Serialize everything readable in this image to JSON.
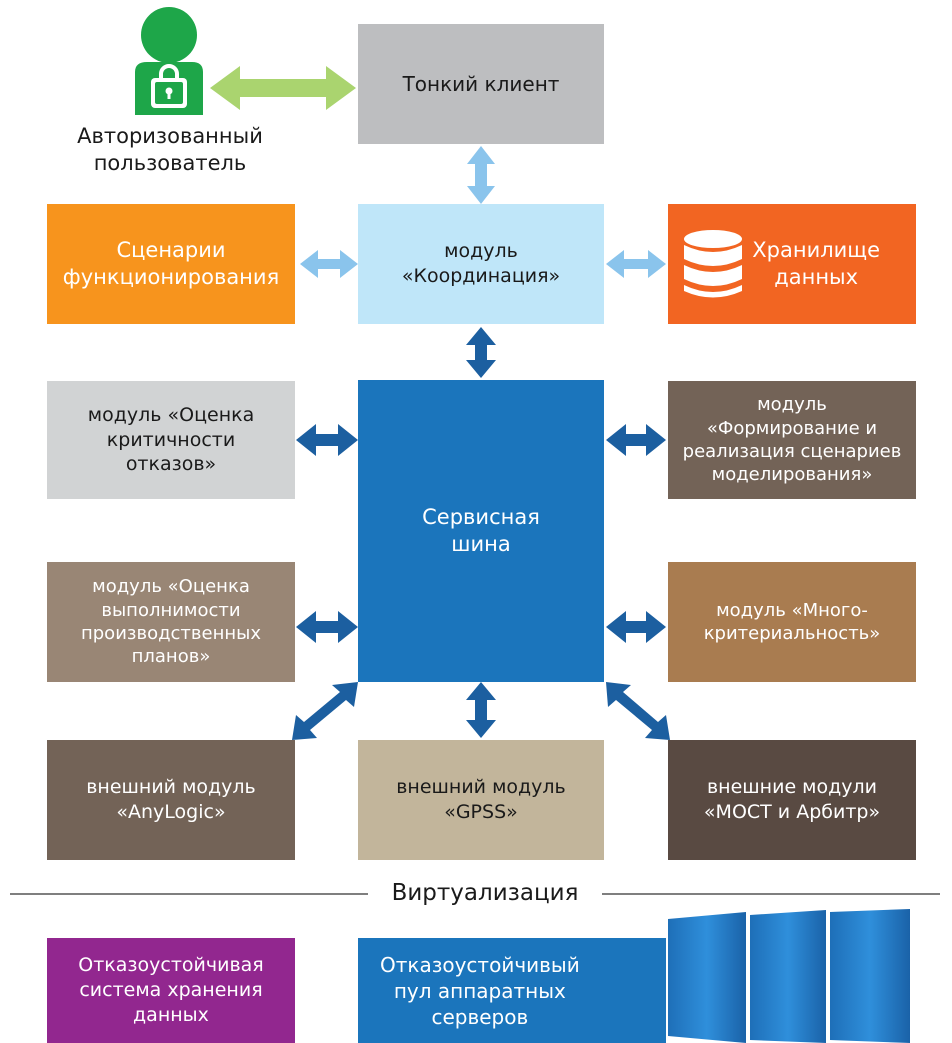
{
  "user": {
    "label": "Авторизованный\nпользователь",
    "icon": "user-lock-icon",
    "color": "#1ea649"
  },
  "nodes": {
    "thin_client": {
      "label": "Тонкий клиент",
      "color": "#bdbec0"
    },
    "coordination": {
      "label": "модуль\n«Координация»",
      "color": "#bfe6f9"
    },
    "scenarios": {
      "label": "Сценарии\nфункционирования",
      "color": "#f7941d"
    },
    "storage": {
      "label": "Хранилище\nданных",
      "color": "#f26522",
      "icon": "database-icon"
    },
    "failure": {
      "label": "модуль «Оценка\nкритичности\nотказов»",
      "color": "#d1d3d4"
    },
    "formation": {
      "label": "модуль\n«Формирование и\nреализация сценариев\nмоделирования»",
      "color": "#736357"
    },
    "bus": {
      "label": "Сервисная\nшина",
      "color": "#1b75bc"
    },
    "feasibility": {
      "label": "модуль «Оценка\nвыполнимости\nпроизводственных\nпланов»",
      "color": "#998675"
    },
    "multicriteria": {
      "label": "модуль «Много-\nкритериальность»",
      "color": "#a97c50"
    },
    "anylogic": {
      "label": "внешний модуль\n«AnyLogic»",
      "color": "#736357"
    },
    "gpss": {
      "label": "внешний модуль\n«GPSS»",
      "color": "#c2b59b"
    },
    "most": {
      "label": "внешние модули\n«МОСТ и Арбитр»",
      "color": "#594a42"
    }
  },
  "virtualization": {
    "label": "Виртуализация"
  },
  "bottom": {
    "storage_system": {
      "label": "Отказоустойчивая\nсистема хранения\nданных",
      "color": "#92278f"
    },
    "server_pool": {
      "label": "Отказоустойчивый\nпул аппаратных\nсерверов",
      "color": "#1b75bc"
    }
  },
  "arrow_colors": {
    "user": "#8dc63f",
    "light": "#8ac4ec",
    "dark": "#1c5fa0"
  }
}
